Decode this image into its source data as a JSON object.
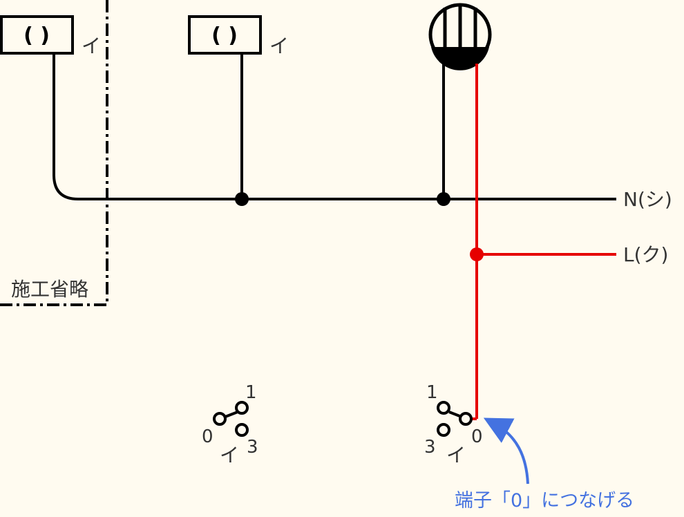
{
  "colors": {
    "background": "#fffbf0",
    "wire_black": "#000000",
    "wire_red": "#e60000",
    "note_blue": "#4472e0",
    "text": "#333333"
  },
  "omitted_area": {
    "label": "施工省略"
  },
  "lamps": [
    {
      "box_text": "( )",
      "label": "イ"
    },
    {
      "box_text": "( )",
      "label": "イ"
    }
  ],
  "outlet": {
    "icon": "wall-outlet-icon"
  },
  "lines": {
    "neutral_label": "N(シ)",
    "live_label": "L(ク)"
  },
  "switches": [
    {
      "terminal_1": "1",
      "terminal_0": "0",
      "terminal_3": "3",
      "label": "イ"
    },
    {
      "terminal_1": "1",
      "terminal_0": "0",
      "terminal_3": "3",
      "label": "イ"
    }
  ],
  "annotation": {
    "text": "端子「0」につなげる"
  }
}
